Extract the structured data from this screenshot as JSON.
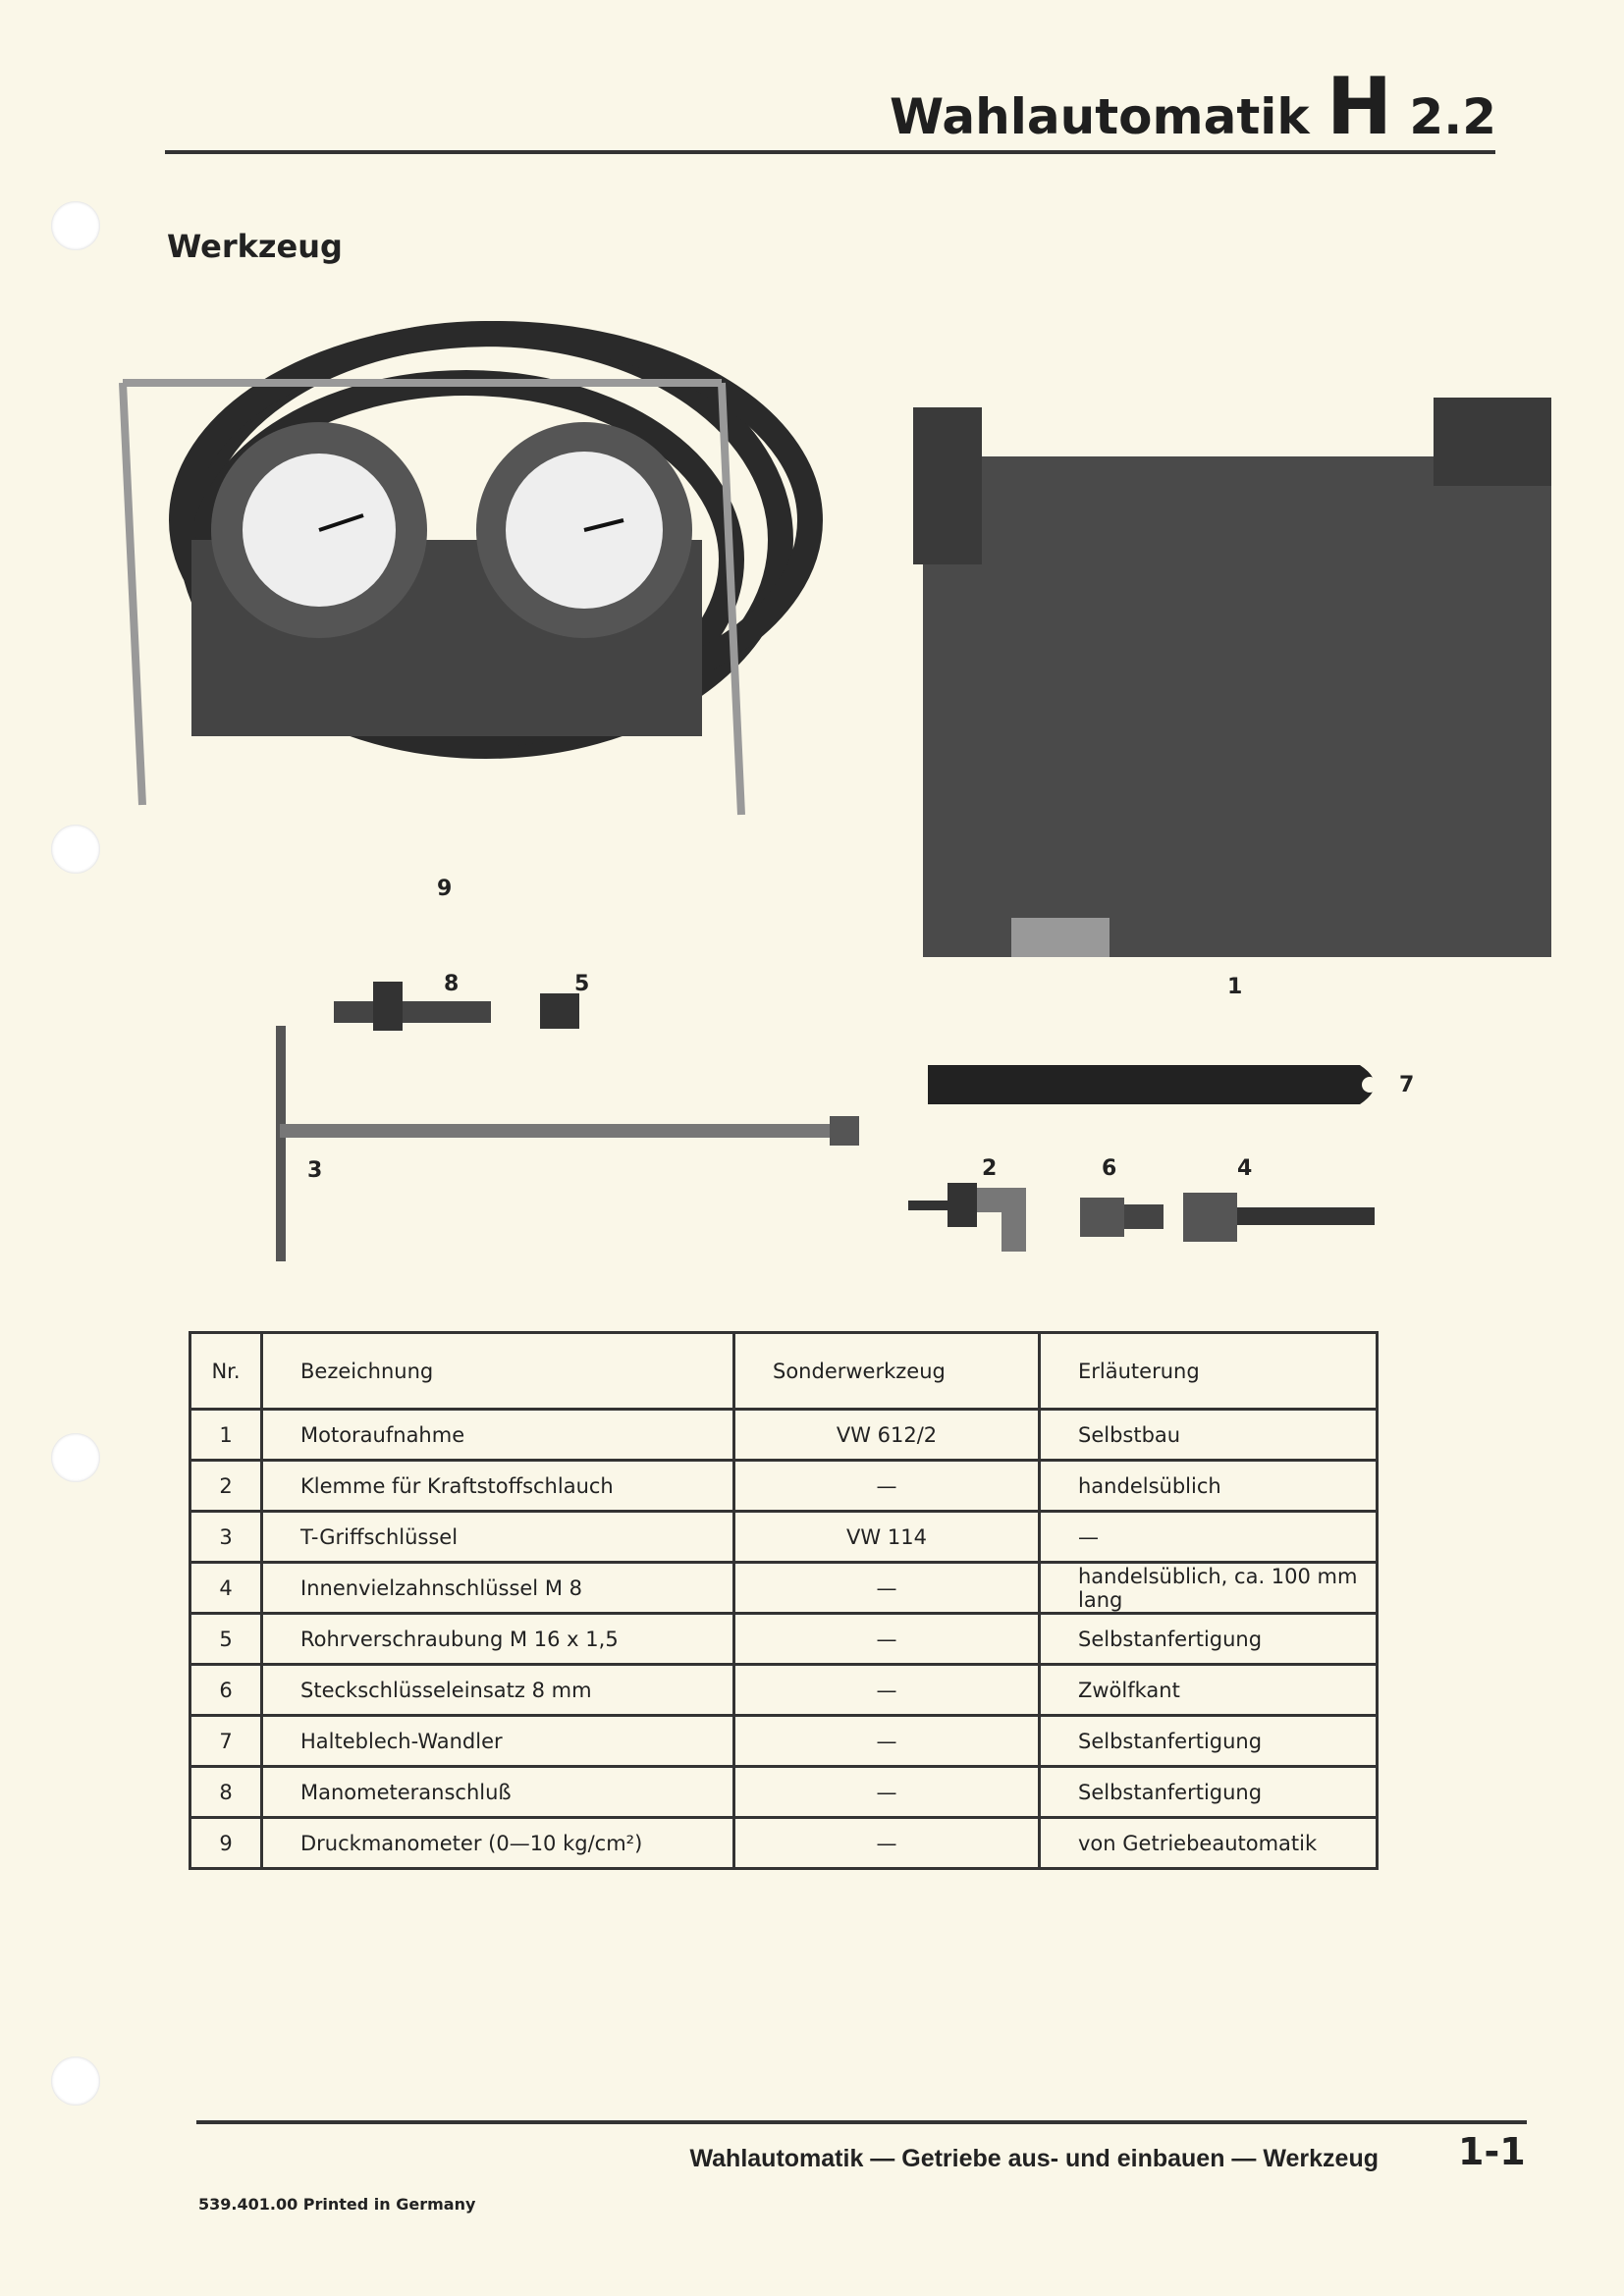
{
  "header": {
    "title": "Wahlautomatik",
    "group": "H",
    "section_number": "2.2"
  },
  "section_title": "Werkzeug",
  "figure_labels": [
    "1",
    "2",
    "3",
    "4",
    "5",
    "6",
    "7",
    "8",
    "9"
  ],
  "table": {
    "columns": [
      "Nr.",
      "Bezeichnung",
      "Sonderwerkzeug",
      "Erläuterung"
    ],
    "rows": [
      {
        "nr": "1",
        "name": "Motoraufnahme",
        "tool": "VW 612/2",
        "note": "Selbstbau"
      },
      {
        "nr": "2",
        "name": "Klemme für Kraftstoffschlauch",
        "tool": "—",
        "note": "handelsüblich"
      },
      {
        "nr": "3",
        "name": "T-Griffschlüssel",
        "tool": "VW 114",
        "note": "—"
      },
      {
        "nr": "4",
        "name": "Innenvielzahnschlüssel M 8",
        "tool": "—",
        "note": "handelsüblich, ca. 100 mm lang"
      },
      {
        "nr": "5",
        "name": "Rohrverschraubung M 16 x 1,5",
        "tool": "—",
        "note": "Selbstanfertigung"
      },
      {
        "nr": "6",
        "name": "Steckschlüsseleinsatz 8 mm",
        "tool": "—",
        "note": "Zwölfkant"
      },
      {
        "nr": "7",
        "name": "Halteblech-Wandler",
        "tool": "—",
        "note": "Selbstanfertigung"
      },
      {
        "nr": "8",
        "name": "Manometeranschluß",
        "tool": "—",
        "note": "Selbstanfertigung"
      },
      {
        "nr": "9",
        "name": "Druckmanometer (0—10 kg/cm²)",
        "tool": "—",
        "note": "von Getriebeautomatik"
      }
    ]
  },
  "footer": {
    "text": "Wahlautomatik — Getriebe aus- und einbauen — Werkzeug",
    "page": "1-1",
    "code": "539.401.00  Printed in Germany"
  }
}
